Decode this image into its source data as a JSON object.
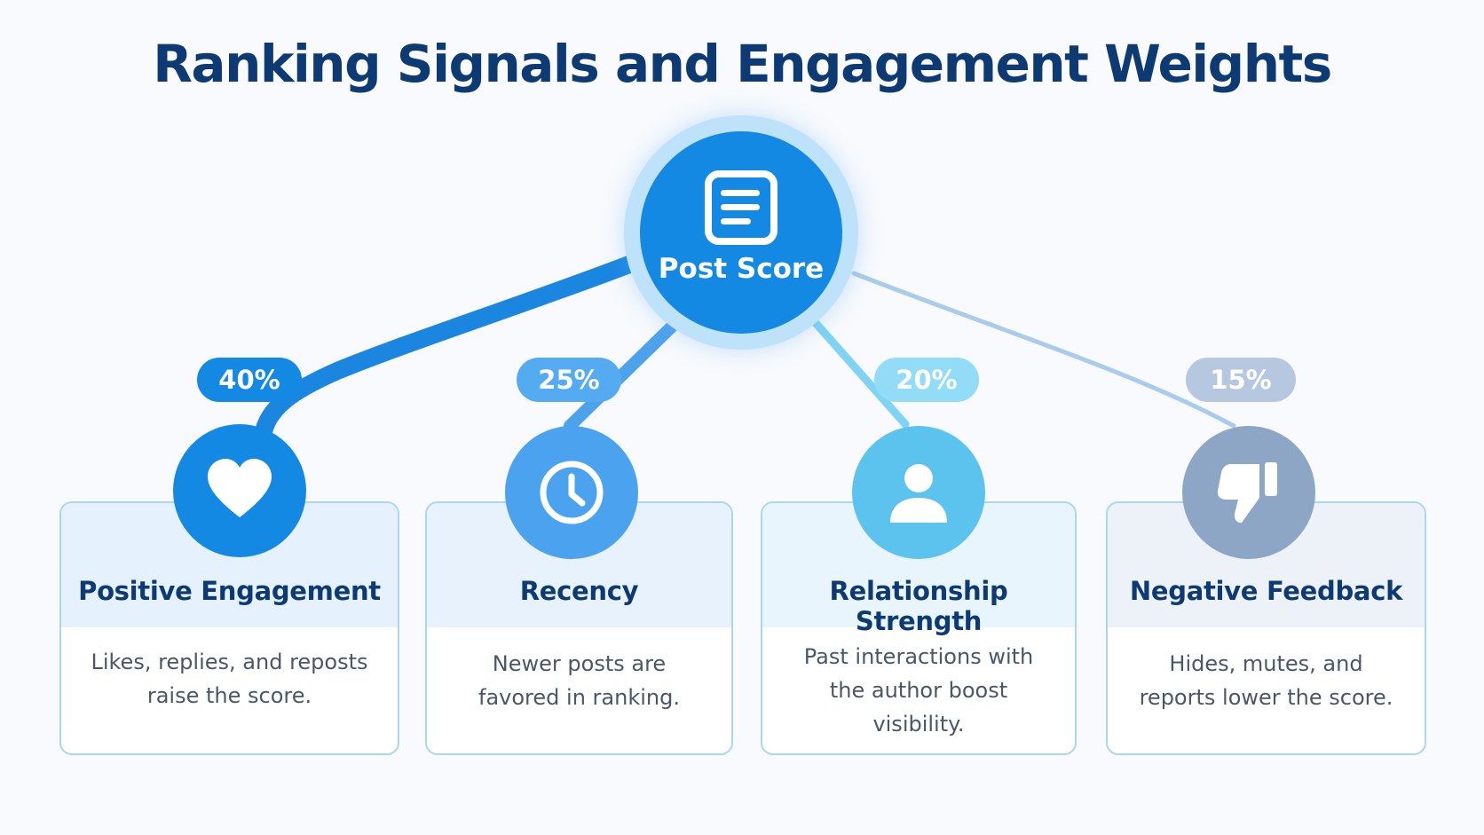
{
  "title": "Ranking Signals and Engagement Weights",
  "hub": {
    "label": "Post Score",
    "icon": "document-icon",
    "color": "#1489e4"
  },
  "signals": [
    {
      "weight": "40%",
      "title": "Positive Engagement",
      "description": "Likes, replies, and reposts raise the score.",
      "icon": "heart-icon",
      "color": "#1489e4"
    },
    {
      "weight": "25%",
      "title": "Recency",
      "description": "Newer posts are favored in ranking.",
      "icon": "clock-icon",
      "color": "#4ba3ef"
    },
    {
      "weight": "20%",
      "title": "Relationship Strength",
      "description": "Past interactions with the author boost visibility.",
      "icon": "person-icon",
      "color": "#5cc3ee"
    },
    {
      "weight": "15%",
      "title": "Negative Feedback",
      "description": "Hides, mutes, and reports lower the score.",
      "icon": "thumbs-down-icon",
      "color": "#8ea6c6"
    }
  ]
}
